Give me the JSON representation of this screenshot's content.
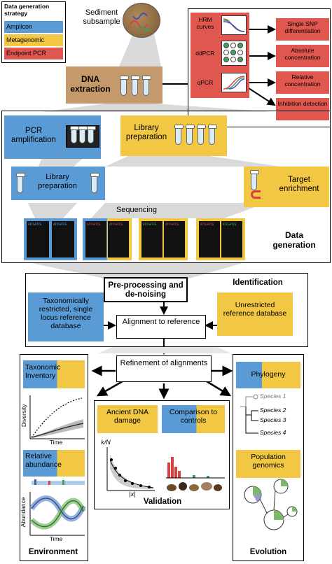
{
  "legend": {
    "title": "Data generation strategy",
    "items": [
      {
        "label": "Amplicon",
        "color": "#5b9bd5"
      },
      {
        "label": "Metagenomic",
        "color": "#f2c744"
      },
      {
        "label": "Endpoint PCR",
        "color": "#e0574f"
      }
    ]
  },
  "top": {
    "sediment": "Sediment subsample",
    "dna_extraction": "DNA extraction",
    "hrm_curves": "HRM curves",
    "ddpcr": "ddPCR",
    "qpcr": "qPCR",
    "outcomes": [
      "Single SNP differentiation",
      "Absolute concentration",
      "Relative concentration",
      "Inhibition detection"
    ],
    "pcr_amplification": "PCR amplification",
    "library_prep_yellow": "Library preparation",
    "library_prep_blue": "Library preparation",
    "target_enrichment": "Target enrichment",
    "sequencing": "Sequencing",
    "data_generation": "Data generation",
    "seq_text": "ATCGATCG"
  },
  "middle": {
    "identification": "Identification",
    "preprocessing": "Pre-processing and de-noising",
    "taxonomic_db": "Taxonomically restricted, single locus reference database",
    "unrestricted_db": "Unrestricted reference database",
    "alignment": "Alignment to reference",
    "refinement": "Refinement of alignments"
  },
  "environment": {
    "title": "Environment",
    "taxonomic_inventory": "Taxonomic Inventory",
    "diversity": "Diversity",
    "time1": "Time",
    "relative_abundance": "Relative abundance",
    "abundance": "Abundance",
    "time2": "Time"
  },
  "validation": {
    "title": "Validation",
    "ancient_damage": "Ancient DNA damage",
    "comparison": "Comparison to controls",
    "kn": "k/N",
    "x": "|x|"
  },
  "evolution": {
    "title": "Evolution",
    "phylogeny": "Phylogeny",
    "species": [
      "Species 1",
      "Species 2",
      "Species 3",
      "Species 4"
    ],
    "population_genomics": "Population genomics"
  }
}
